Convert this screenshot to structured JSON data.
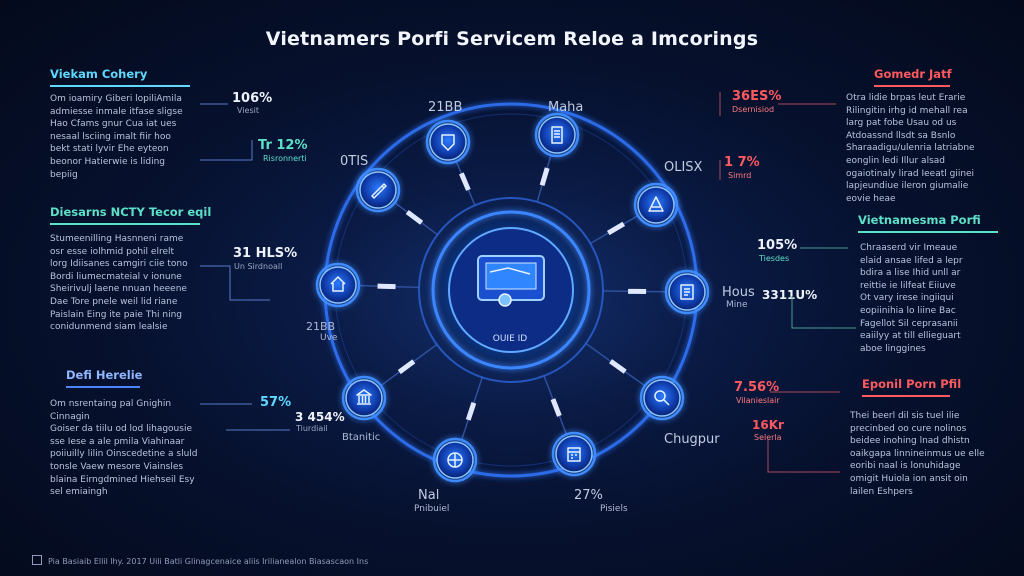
{
  "title": "Vietnamers Porfi Servicem Reloe a Imcorings",
  "left_panels": [
    {
      "heading": "Viekam Cohery",
      "color": "#5fd9ff",
      "lines": [
        "Om ioamiry Giberi lopiliAmila",
        "admiesse inmale itfase sligse",
        "Hao Cfams gnur Cua iat ues",
        "nesaal lsciing imalt fiir hoo",
        "bekt stati lyvir Ehe eyteon",
        "beonor Hatierwie is liding",
        "bepiig"
      ]
    },
    {
      "heading": "Diesarns NCTY Tecor eqil",
      "color": "#5de0c8",
      "lines": [
        "Stumeenilling Hasnneni rame",
        "osr esse iolhmid pohil elrelt",
        "lorg Idiisanes camgiri ciie tono",
        "Bordi liumecmateial v ionune",
        "Sheirivulj laene nnuan heeene",
        "Dae Tore pnele weil lid riane",
        "Paislain Eing ite paie Thi ning",
        "conidunmend siam lealsie"
      ]
    },
    {
      "heading": "Defi Herelie",
      "color": "#8fb7ff",
      "lines": [
        "Om nsrentaing pal Gnighin Cinnagin",
        "Goiser da tiilu od lod lihagousie",
        "sse Iese a ale pmila Viahinaar",
        "poiiuilly lilin Oinscedetine a sluld",
        "tonsle Vaew mesore Viainsles",
        "blaina Eirngdmined Hiehseil Esy",
        "sel emiaingh"
      ]
    }
  ],
  "left_stats": [
    {
      "value": "106%",
      "sub": "Viesit"
    },
    {
      "value": "Tr 12%",
      "sub": "Risronnerti"
    },
    {
      "value": "31 HLS%",
      "sub": "Un Sirdnoall"
    },
    {
      "value": "57%",
      "sub": ""
    },
    {
      "value": "3 454%",
      "sub": "Tiurdiail"
    }
  ],
  "right_panels": [
    {
      "heading": "Gomedr Jatf",
      "color": "#ff5a5f",
      "lines": [
        "Otra lidie brpas leut Erarie",
        "Rilingitin irhg id mehall rea",
        "larg pat fobe Usau od us",
        "Atdoassnd llsdt sa Bsnlo",
        "Sharaadigu/ulenria latriabne",
        "eonglin ledi Illur alsad",
        "ogaiotinaly lirad Ieeatl giinei",
        "lapjeundiue ileron giumalie",
        "eovie heae"
      ]
    },
    {
      "heading": "Vietnamesma Porfi",
      "color": "#5de0c8",
      "lines": [
        "Chraaserd vir Imeaue",
        "elaid ansae lifed a lepr",
        "bdira a lise Ihid unll ar",
        "reittie ie lilfeat Eiiuve",
        "Ot vary irese ingiiqui",
        "eopiinihia lo liine Bac",
        "Fagellot Sil ceprasanii",
        "eaiilyy at till ellieguart",
        "aboe linggines"
      ]
    },
    {
      "heading": "Eponil Porn Pfil",
      "color": "#ff5a5f",
      "lines": [
        "Thei beerl dil sis tuel ilie",
        "precinbed oo cure nolinos",
        "beidee inohing lnad dhistn",
        "oaikgapa linnineinmus ue elle",
        "eoribi naal is lonuhidage",
        "omigit Huiola ion ansit oin",
        "lailen Eshpers"
      ]
    }
  ],
  "right_stats": [
    {
      "value": "36ES%",
      "sub": "Dsernisiod",
      "color": "#ff5a5f"
    },
    {
      "value": "1 7%",
      "sub": "Simrd",
      "color": "#ff5a5f"
    },
    {
      "value": "105%",
      "sub": "Tiesdes",
      "color": "#5de0c8"
    },
    {
      "value": "3311U%",
      "sub": "",
      "color": "#5de0c8"
    },
    {
      "value": "7.56%",
      "sub": "Vilanieslair",
      "color": "#ff5a5f"
    },
    {
      "value": "16Kr",
      "sub": "Selerla",
      "color": "#ff5a5f"
    }
  ],
  "hub": {
    "label": "OUIE ID"
  },
  "nodes": [
    {
      "name": "node-top-left",
      "icon": "shield-icon",
      "label": "21BB",
      "sub": ""
    },
    {
      "name": "node-top",
      "icon": "document-icon",
      "label": "Maha",
      "sub": ""
    },
    {
      "name": "node-upper-right",
      "icon": "building-icon",
      "label": "OLISX",
      "sub": ""
    },
    {
      "name": "node-right",
      "icon": "report-icon",
      "label": "Hous",
      "sub": "Mine"
    },
    {
      "name": "node-lower-right",
      "icon": "search-icon",
      "label": "Chugpur",
      "sub": ""
    },
    {
      "name": "node-bottom-right",
      "icon": "calendar-icon",
      "label": "27%",
      "sub": "Pisiels"
    },
    {
      "name": "node-bottom-left",
      "icon": "globe-icon",
      "label": "Nal",
      "sub": "Pnibuiel"
    },
    {
      "name": "node-lower-left",
      "icon": "bank-icon",
      "label": "Btanitic",
      "sub": ""
    },
    {
      "name": "node-left",
      "icon": "home-icon",
      "label": "21BB",
      "sub": "Uve"
    },
    {
      "name": "node-upper-left",
      "icon": "pen-icon",
      "label": "0TIS",
      "sub": ""
    }
  ],
  "colors": {
    "accent_cyan": "#5fd9ff",
    "accent_red": "#ff5a5f",
    "accent_teal": "#5de0c8",
    "ring": "#2d6ff2"
  },
  "footer": "Pia Basiaib Ellil lhy. 2017 Uili Batli Glinagcenaice aliis Irilianealon Biasascaon Ins"
}
